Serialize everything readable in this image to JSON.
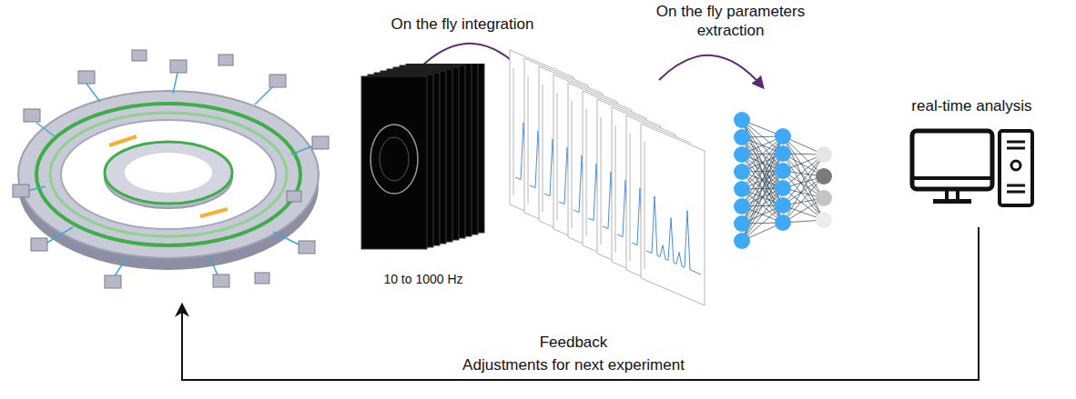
{
  "diagram": {
    "nodes": [
      {
        "text": [
          "10 to 1000 Hz"
        ]
      },
      {
        "text": [
          "real-time analysis"
        ]
      }
    ],
    "labels": [
      "On the fly integration",
      "On the fly parameters extraction",
      "Feedback",
      "Adjustments for next experiment"
    ]
  }
}
